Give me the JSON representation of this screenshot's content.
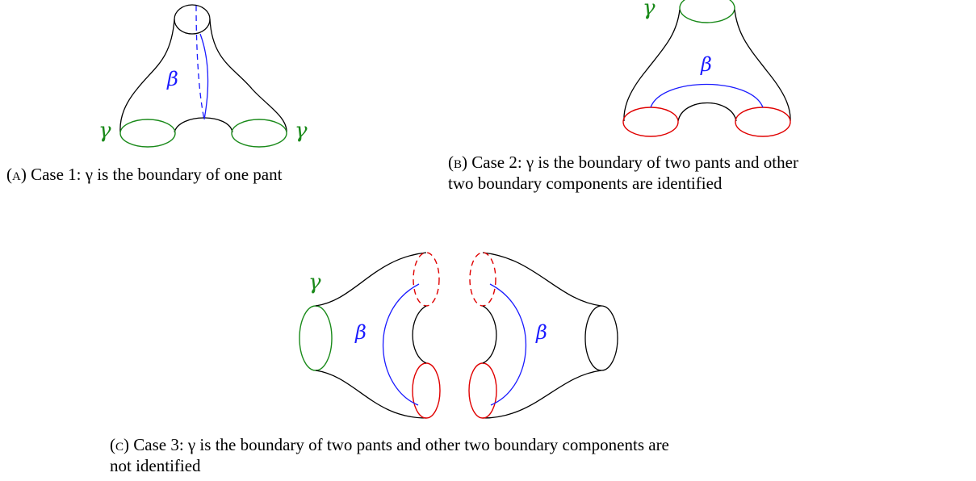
{
  "colors": {
    "surface": "#000000",
    "gamma": "#1a8a1a",
    "beta": "#1a1aff",
    "identified": "#e00000"
  },
  "labels": {
    "gamma": "γ",
    "beta": "β"
  },
  "captions": {
    "a": {
      "tag": "(a)",
      "text": "Case 1: γ is the boundary of one pant"
    },
    "b": {
      "tag": "(b)",
      "line1": "Case 2: γ is the boundary of two pants and other",
      "line2": "two boundary components are identified"
    },
    "c": {
      "tag": "(c)",
      "line1": "Case 3: γ is the boundary of two pants and other two boundary components are",
      "line2": "not identified"
    }
  }
}
